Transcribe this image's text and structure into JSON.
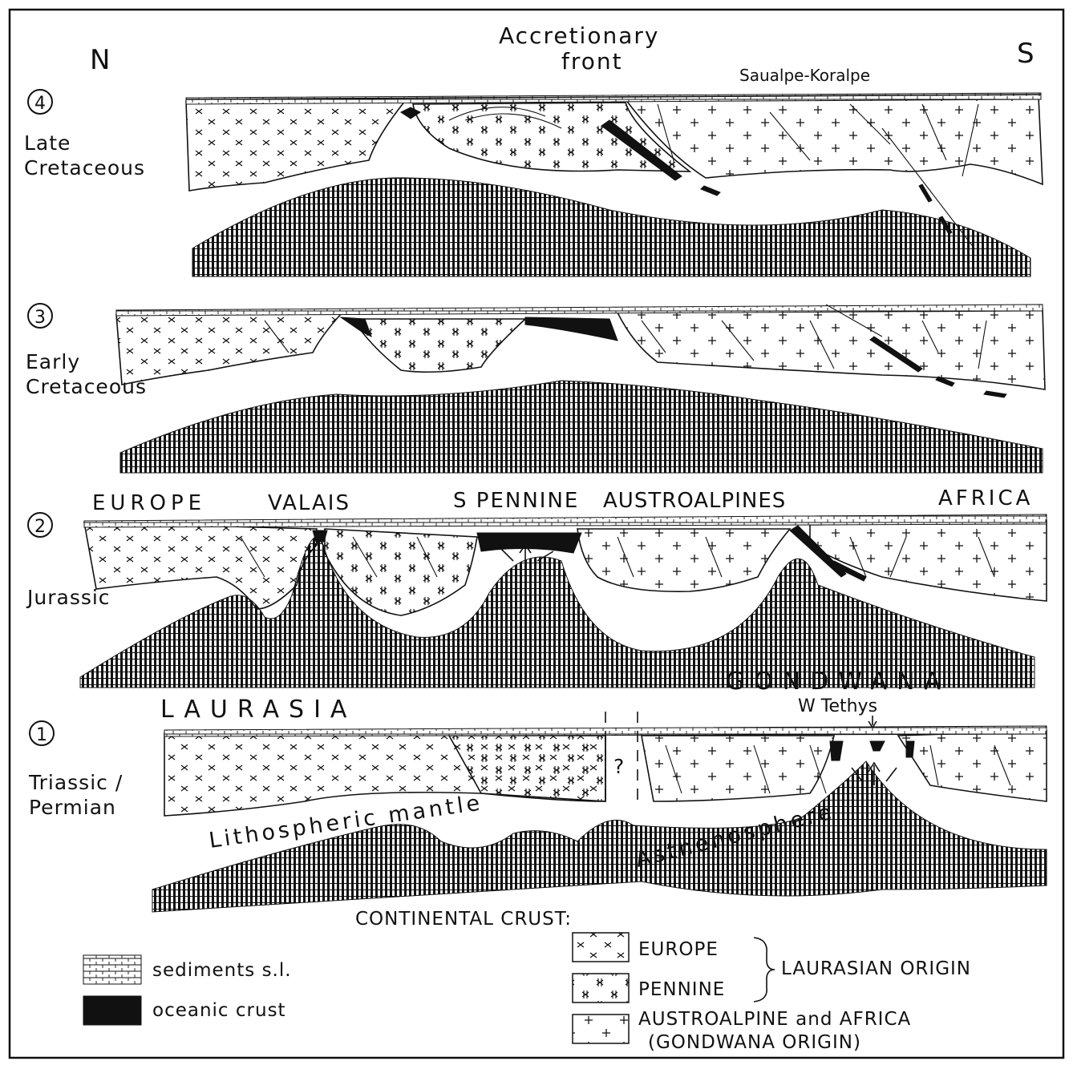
{
  "directions": {
    "north": "N",
    "south": "S"
  },
  "header": {
    "accretionary_line1": "Accretionary",
    "accretionary_line2": "front",
    "saualpe": "Saualpe-Koralpe"
  },
  "stages": [
    {
      "number": "4",
      "line1": "Late",
      "line2": "Cretaceous"
    },
    {
      "number": "3",
      "line1": "Early",
      "line2": "Cretaceous"
    },
    {
      "number": "2",
      "line1": "Jurassic",
      "line2": ""
    },
    {
      "number": "1",
      "line1": "Triassic /",
      "line2": "Permian"
    }
  ],
  "jurassic_regions": {
    "europe": "EUROPE",
    "valais": "VALAIS",
    "s_pennine": "S PENNINE",
    "austroalpines": "AUSTROALPINES",
    "africa": "AFRICA"
  },
  "permian_labels": {
    "gondwana": "GONDWANA",
    "laurasia": "LAURASIA",
    "w_tethys": "W Tethys",
    "question": "?",
    "lithospheric_mantle": "Lithospheric mantle",
    "asthenosphere": "Asthenosphere"
  },
  "legend": {
    "continental_crust": "CONTINENTAL CRUST:",
    "sediments": "sediments s.l.",
    "oceanic_crust": "oceanic crust",
    "europe": "EUROPE",
    "pennine": "PENNINE",
    "laurasian_origin": "LAURASIAN ORIGIN",
    "austroalpine_africa": "AUSTROALPINE and AFRICA",
    "gondwana_origin": "(GONDWANA ORIGIN)"
  },
  "colors": {
    "ink": "#111111",
    "paper": "#ffffff"
  }
}
